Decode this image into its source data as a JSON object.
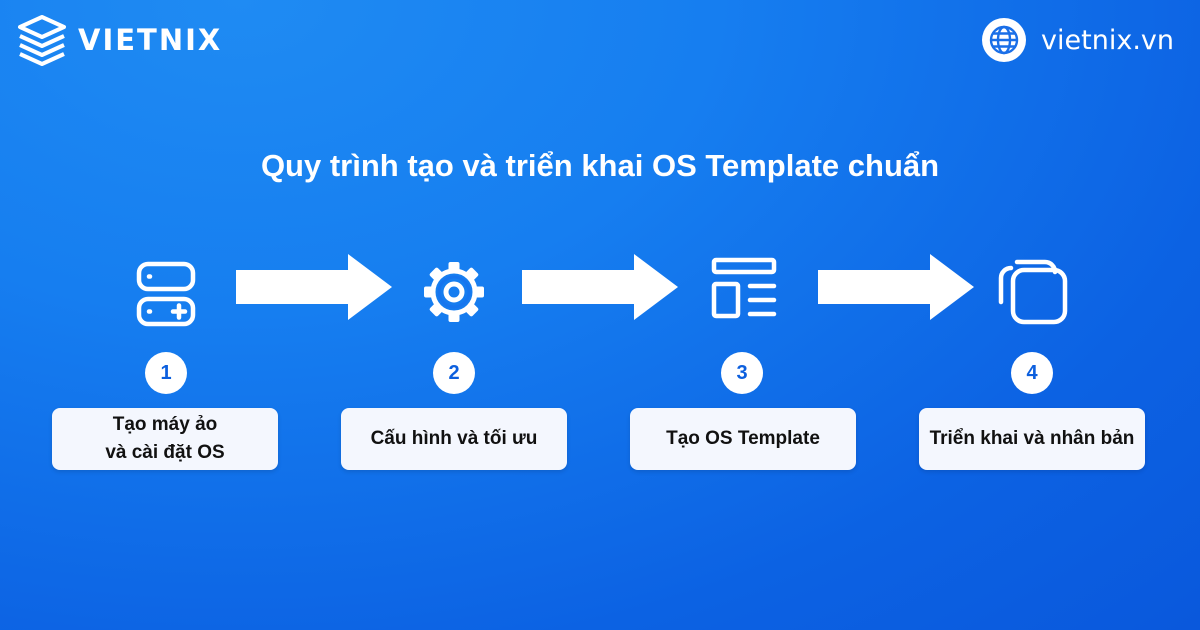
{
  "brand": {
    "name": "VIETNIX",
    "logo_icon": "layered-stack-logo"
  },
  "website": {
    "url": "vietnix.vn",
    "icon": "globe-icon"
  },
  "title": "Quy trình tạo và triển khai OS Template chuẩn",
  "steps": [
    {
      "number": "1",
      "label_lines": [
        "Tạo máy ảo",
        "và cài đặt OS"
      ],
      "icon": "server-add-icon"
    },
    {
      "number": "2",
      "label_lines": [
        "Cấu hình và tối ưu"
      ],
      "icon": "gear-icon"
    },
    {
      "number": "3",
      "label_lines": [
        "Tạo OS Template"
      ],
      "icon": "template-layout-icon"
    },
    {
      "number": "4",
      "label_lines": [
        "Triển khai và nhân bản"
      ],
      "icon": "copy-icon"
    }
  ],
  "colors": {
    "background": "#1677ee",
    "accent": "#0c5fde",
    "card": "#f4f7fe",
    "text_dark": "#111111"
  }
}
